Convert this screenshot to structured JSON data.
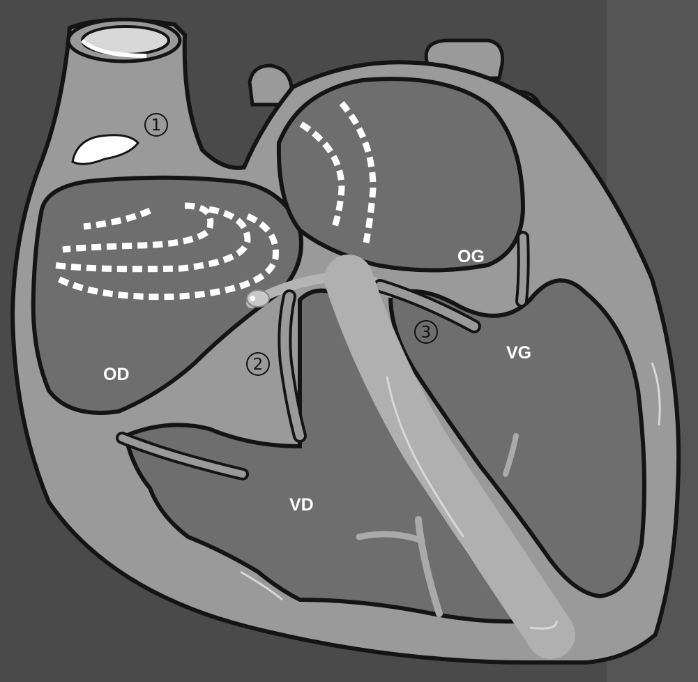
{
  "diagram": {
    "chambers": {
      "right_atrium": "OD",
      "left_atrium": "OG",
      "right_ventricle": "VD",
      "left_ventricle": "VG"
    },
    "markers": {
      "m1": "1",
      "m2": "2",
      "m3": "3"
    }
  },
  "colors": {
    "background": "#4a4a4a",
    "tissue": "#9a9a9a",
    "cavity": "#6e6e6e",
    "outline": "#141414",
    "conduction": "#b4b4b4",
    "reentry_dash": "#ffffff"
  }
}
